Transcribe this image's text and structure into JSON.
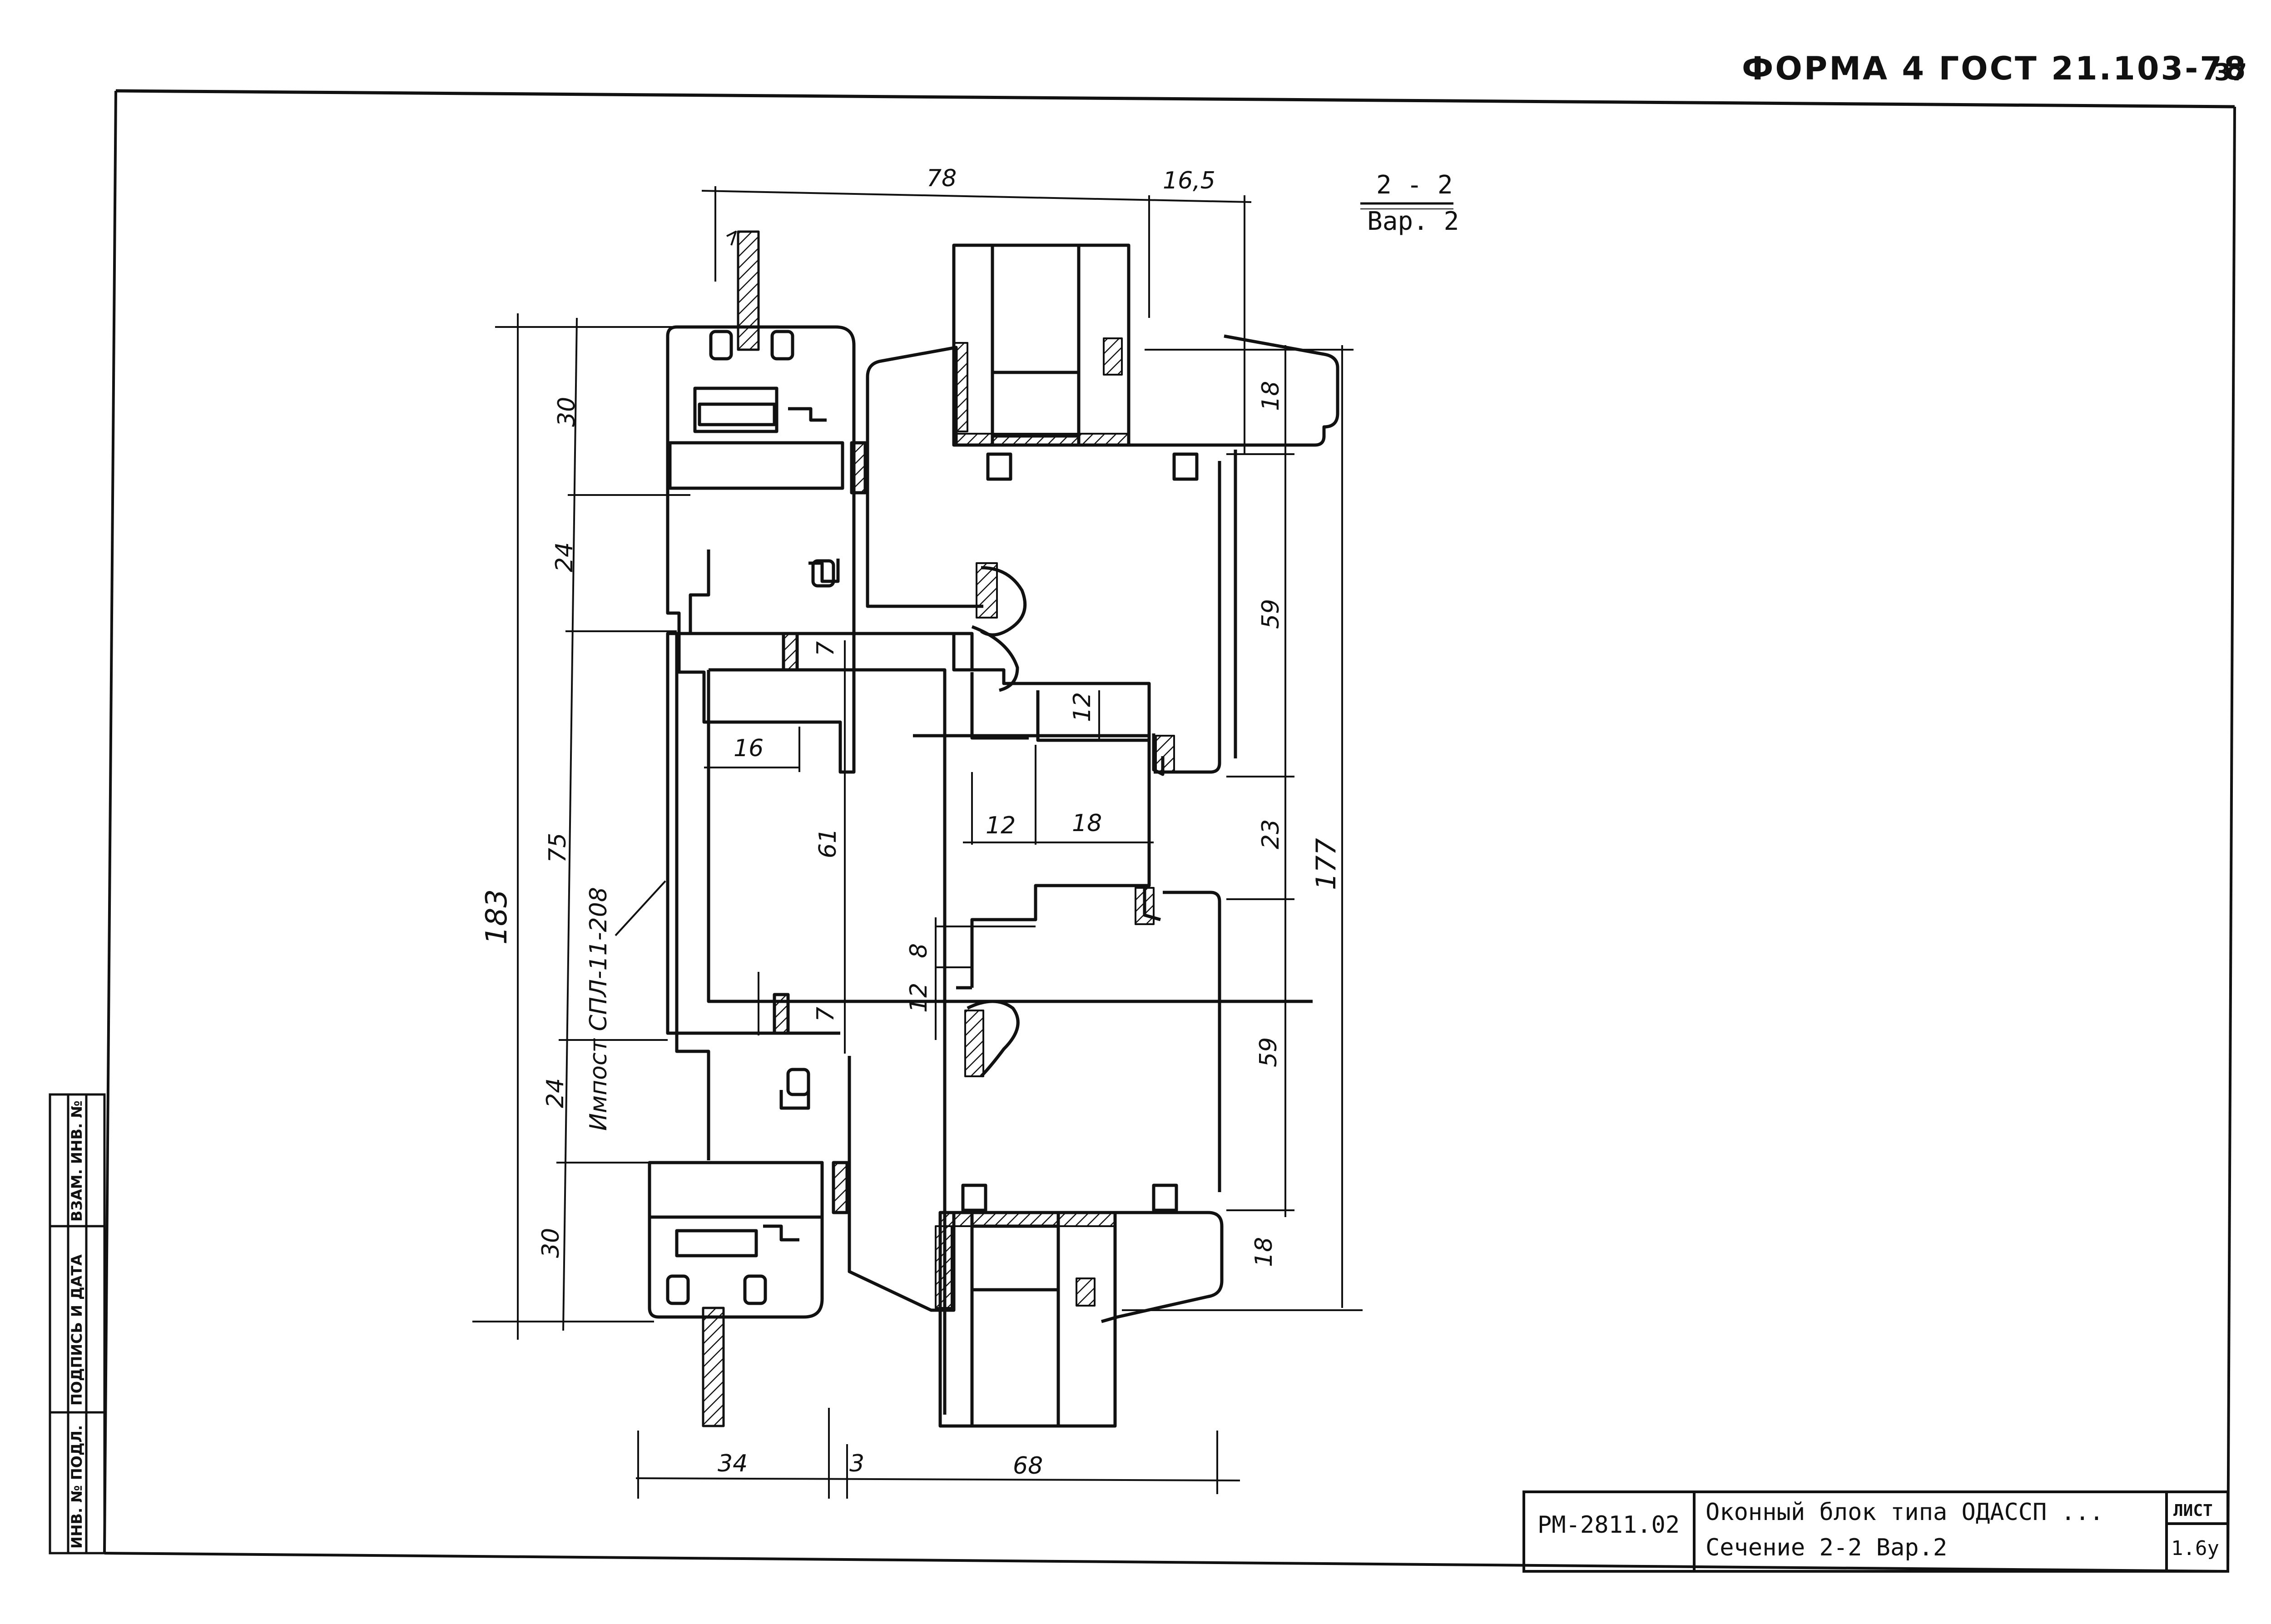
{
  "header": {
    "form_label": "ФОРМА 4 ГОСТ 21.103-78",
    "page_number": "37"
  },
  "section": {
    "number": "2 - 2",
    "variant": "Вар. 2"
  },
  "title_block": {
    "code": "РМ-2811.02",
    "title_line1": "Оконный блок типа ОДАССП ...",
    "title_line2": "Сечение 2-2 Вар.2",
    "sheet_label": "ЛИСТ",
    "sheet_value": "1.6у"
  },
  "side_stamp": {
    "col1": "ИНВ. № ПОДЛ.",
    "col2": "ПОДПИСЬ И ДАТА",
    "col3": "ВЗАМ. ИНВ. №"
  },
  "dimensions": {
    "top_78": "78",
    "top_16_5": "16,5",
    "left_183": "183",
    "left_30_top": "30",
    "left_24_top": "24",
    "left_75": "75",
    "left_24_bottom": "24",
    "left_30_bottom": "30",
    "inner_7_top": "7",
    "inner_16": "16",
    "inner_61": "61",
    "inner_7_bottom": "7",
    "inner_12_v": "12",
    "inner_12_h": "12",
    "inner_18_h": "18",
    "inner_8": "8",
    "inner_12_low": "12",
    "right_18_top": "18",
    "right_59_top": "59",
    "right_23": "23",
    "right_59_bottom": "59",
    "right_18_bottom": "18",
    "right_177": "177",
    "bottom_34": "34",
    "bottom_3": "3",
    "bottom_68": "68"
  },
  "annotation": {
    "mullion": "Импост СПЛ-11-208"
  }
}
